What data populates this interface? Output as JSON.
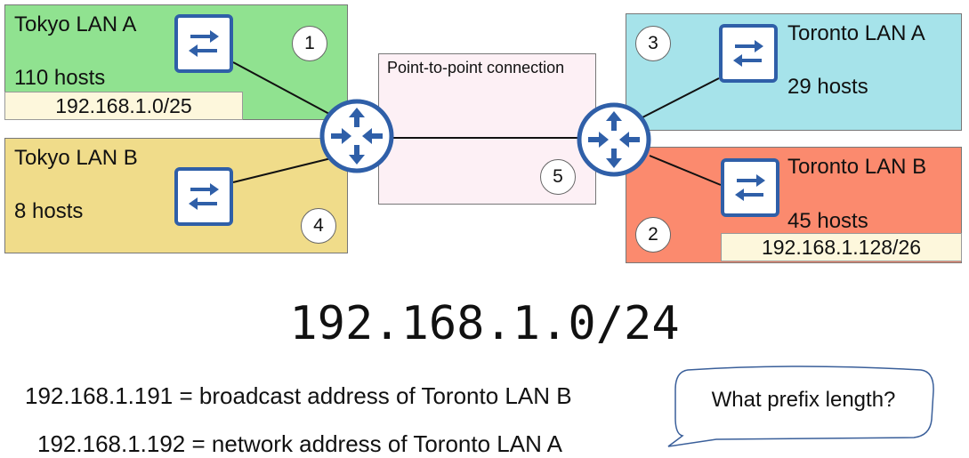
{
  "tokyo_lan_a": {
    "title": "Tokyo LAN A",
    "hosts": "110 hosts",
    "subnet": "192.168.1.0/25",
    "badge": "1",
    "color": "#90e290"
  },
  "tokyo_lan_b": {
    "title": "Tokyo LAN B",
    "hosts": "8 hosts",
    "badge": "4",
    "color": "#f0dc8a"
  },
  "toronto_lan_a": {
    "title": "Toronto LAN A",
    "hosts": "29 hosts",
    "badge": "3",
    "color": "#a6e3ea"
  },
  "toronto_lan_b": {
    "title": "Toronto LAN B",
    "hosts": "45 hosts",
    "subnet": "192.168.1.128/26",
    "badge": "2",
    "color": "#fb8a6e"
  },
  "ptp": {
    "label": "Point-to-point connection",
    "badge": "5",
    "color": "#fdf0f5"
  },
  "network": "192.168.1.0/24",
  "notes": [
    "192.168.1.191 = broadcast address of Toronto LAN B",
    "192.168.1.192 = network address of Toronto LAN A"
  ],
  "speech_bubble": "What prefix length?",
  "icons": {
    "switch": "switch-icon",
    "router": "router-icon"
  },
  "colors": {
    "device_blue": "#2f5fa8"
  }
}
